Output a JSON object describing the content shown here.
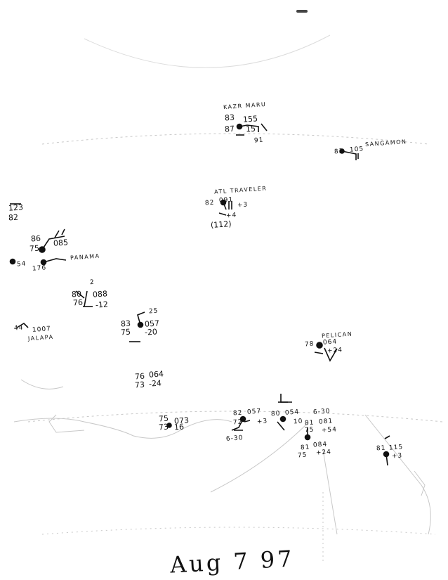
{
  "date": "Aug 7 97",
  "colors": {
    "ink": "#111111",
    "faint_coast": "#b8b8b8"
  },
  "stations": [
    {
      "name": "KAZR MARU",
      "lines": [
        "83",
        "155",
        "87",
        "15",
        "91"
      ]
    },
    {
      "name": "SANGAMON",
      "lines": [
        "83",
        "105"
      ]
    },
    {
      "name": "ATL TRAVELER",
      "lines": [
        "82",
        "091",
        "+3",
        "+4",
        "(112)"
      ]
    },
    {
      "name": "",
      "lines": [
        "123",
        "82"
      ]
    },
    {
      "name": "PANAMA",
      "lines": [
        "86",
        "085",
        "75",
        "54",
        "176"
      ]
    },
    {
      "name": "",
      "lines": [
        "2",
        "80",
        "088",
        "76",
        "-12"
      ]
    },
    {
      "name": "",
      "lines": [
        "25",
        "83",
        "057",
        "75",
        "-20"
      ]
    },
    {
      "name": "JALAPA",
      "lines": [
        "44",
        "1007"
      ]
    },
    {
      "name": "PELICAN",
      "lines": [
        "78",
        "064",
        "+24"
      ]
    },
    {
      "name": "",
      "lines": [
        "76",
        "064",
        "73",
        "-24"
      ]
    },
    {
      "name": "",
      "lines": [
        "75",
        "073",
        "73",
        "16"
      ]
    },
    {
      "name": "",
      "lines": [
        "82",
        "057",
        "72",
        "+3",
        "6-30"
      ]
    },
    {
      "name": "",
      "lines": [
        "80",
        "054",
        "10"
      ]
    },
    {
      "name": "",
      "lines": [
        "6-30",
        "81",
        "081",
        "75",
        "+54"
      ]
    },
    {
      "name": "",
      "lines": [
        "81",
        "084",
        "75",
        "+24"
      ]
    },
    {
      "name": "",
      "lines": [
        "81",
        "115",
        "+3"
      ]
    }
  ]
}
